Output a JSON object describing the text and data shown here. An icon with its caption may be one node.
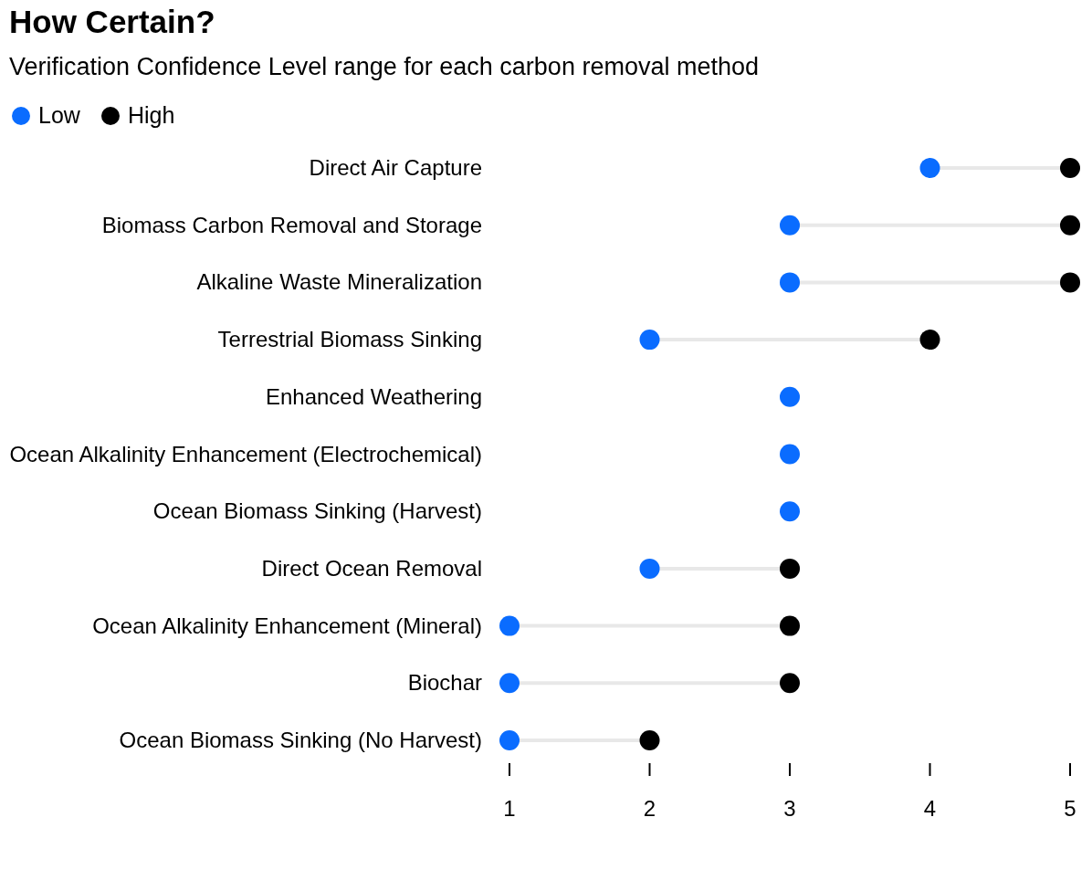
{
  "diagram": {
    "title": "How Certain?",
    "chart_data": {
      "type": "scatter",
      "title": "Verification Confidence Level range for each carbon removal method",
      "orientation": "horizontal",
      "categories": [
        "Direct Air Capture",
        "Biomass Carbon Removal and Storage",
        "Alkaline Waste Mineralization",
        "Terrestrial Biomass Sinking",
        "Enhanced Weathering",
        "Ocean Alkalinity Enhancement (Electrochemical)",
        "Ocean Biomass Sinking (Harvest)",
        "Direct Ocean Removal",
        "Ocean Alkalinity Enhancement (Mineral)",
        "Biochar",
        "Ocean Biomass Sinking (No Harvest)"
      ],
      "series": [
        {
          "name": "Low",
          "color": "#0a6cff",
          "values": [
            4,
            3,
            3,
            2,
            3,
            3,
            3,
            2,
            1,
            1,
            1
          ]
        },
        {
          "name": "High",
          "color": "#000000",
          "values": [
            5,
            5,
            5,
            4,
            null,
            null,
            null,
            3,
            3,
            3,
            2
          ]
        }
      ],
      "xlim": [
        1,
        5
      ],
      "xticks": [
        1,
        2,
        3,
        4,
        5
      ]
    }
  }
}
